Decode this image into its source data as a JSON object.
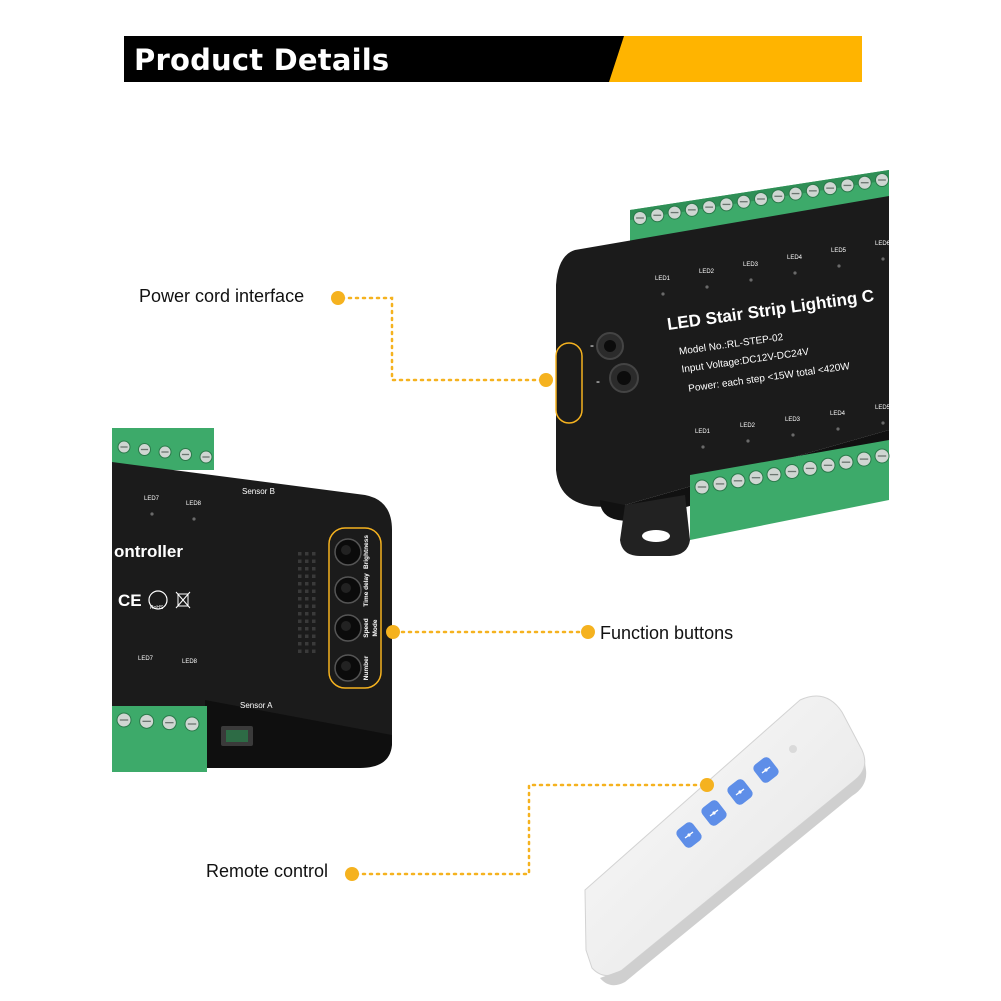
{
  "header": {
    "title": "Product Details",
    "bar_color": "#000000",
    "accent_color": "#ffb400"
  },
  "callouts": {
    "power_cord": "Power cord interface",
    "function_buttons": "Function buttons",
    "remote_control": "Remote control",
    "dot_color": "#f5b21f"
  },
  "device_right": {
    "title": "LED Stair Strip Lighting C",
    "model": "Model No.:RL-STEP-02",
    "voltage": "Input Voltage:DC12V-DC24V",
    "power": "Power: each step <15W  total <420W",
    "top_leds": [
      "LED1",
      "LED2",
      "LED3",
      "LED4",
      "LED5",
      "LED6"
    ],
    "bottom_leds": [
      "LED1",
      "LED2",
      "LED3",
      "LED4",
      "LED5"
    ],
    "minus_mark": "-"
  },
  "device_left": {
    "title": "ontroller",
    "sensor_b": "Sensor B",
    "sensor_a": "Sensor A",
    "top_leds": [
      "LED7",
      "LED8"
    ],
    "bottom_leds": [
      "LED7",
      "LED8"
    ],
    "ce_mark": "CE",
    "rohs_mark": "RoHS",
    "button_labels": [
      "Brightness",
      "Time delay",
      "Speed",
      "Mode",
      "Number"
    ]
  },
  "terminal_color": "#3daa6a",
  "device_color": "#1b1b1b"
}
